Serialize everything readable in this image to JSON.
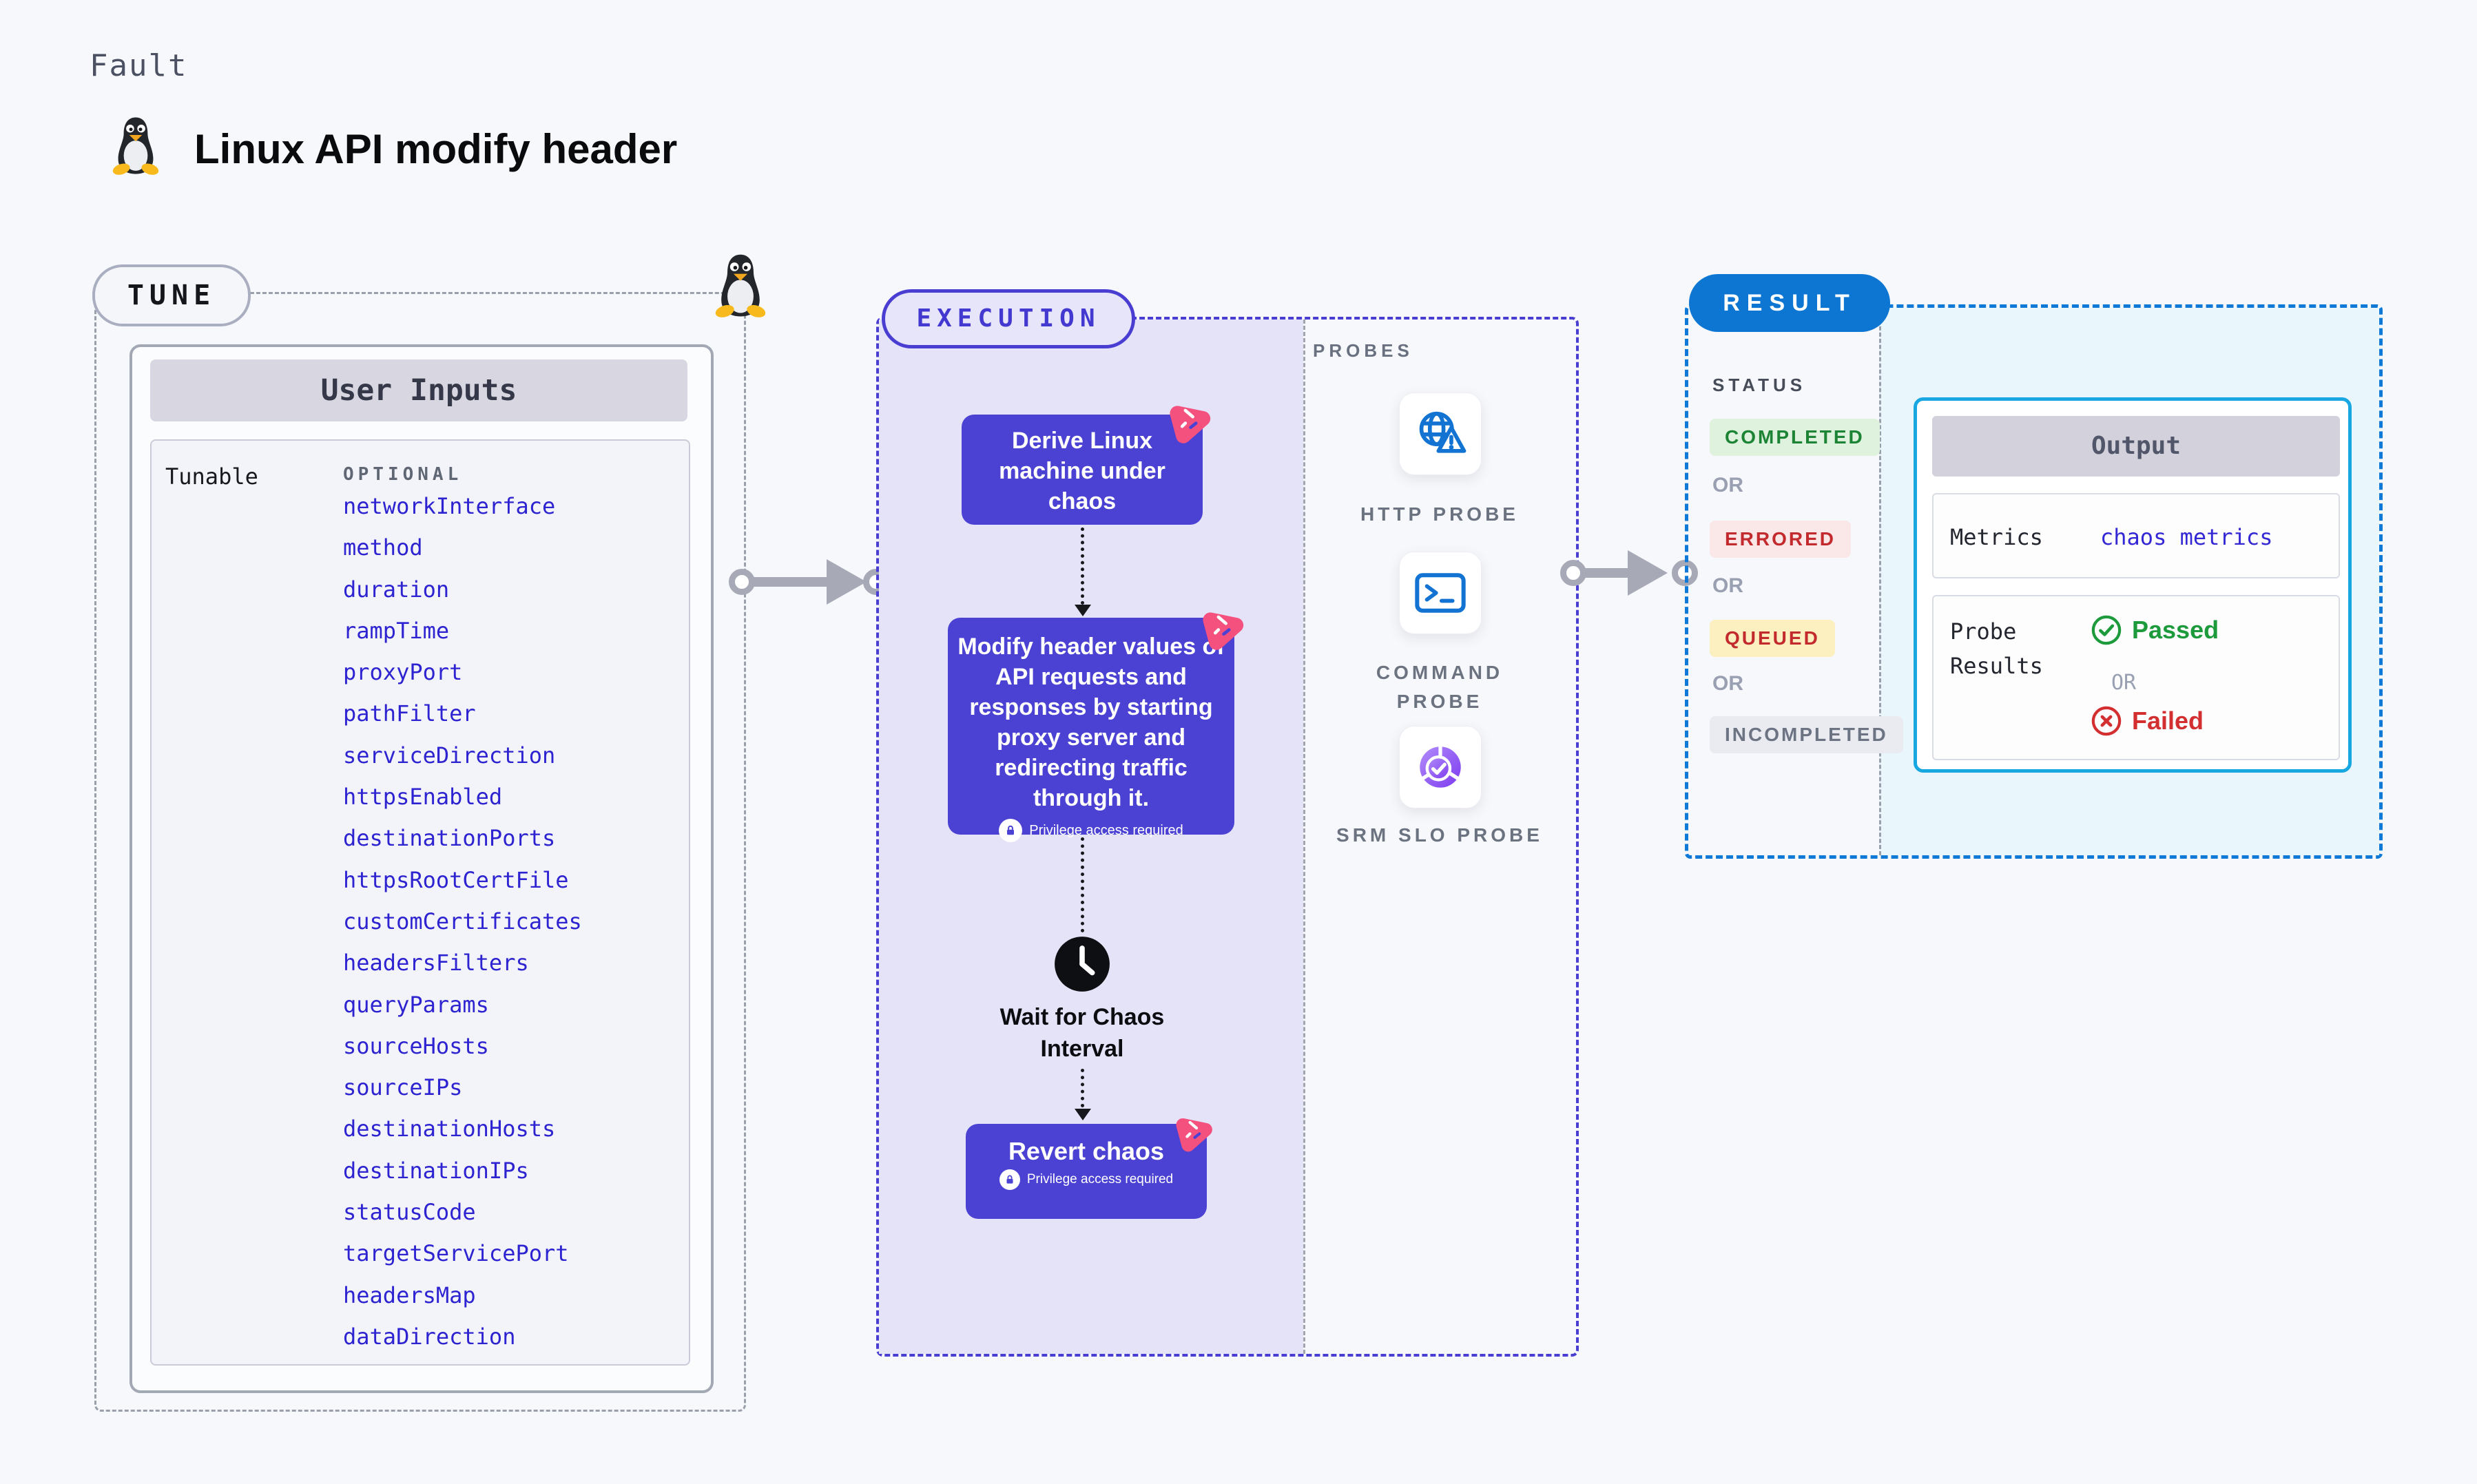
{
  "header": {
    "kicker": "Fault",
    "title": "Linux API modify header"
  },
  "tune": {
    "badge": "TUNE",
    "panel_title": "User Inputs",
    "row_label": "Tunable",
    "column_label": "OPTIONAL",
    "params": [
      "networkInterface",
      "method",
      "duration",
      "rampTime",
      "proxyPort",
      "pathFilter",
      "serviceDirection",
      "httpsEnabled",
      "destinationPorts",
      "httpsRootCertFile",
      "customCertificates",
      "headersFilters",
      "queryParams",
      "sourceHosts",
      "sourceIPs",
      "destinationHosts",
      "destinationIPs",
      "statusCode",
      "targetServicePort",
      "headersMap",
      "dataDirection"
    ]
  },
  "execution": {
    "badge": "EXECUTION",
    "step_derive": "Derive Linux machine under chaos",
    "step_modify": "Modify header values of API requests and responses by starting proxy server and redirecting traffic through it.",
    "privilege_note": "Privilege access required",
    "wait_label": "Wait for Chaos Interval",
    "revert_label": "Revert chaos"
  },
  "probes": {
    "heading": "PROBES",
    "items": [
      {
        "label": "HTTP PROBE",
        "icon": "globe-alert-icon"
      },
      {
        "label": "COMMAND PROBE",
        "icon": "terminal-icon"
      },
      {
        "label": "SRM SLO PROBE",
        "icon": "slo-donut-icon"
      }
    ]
  },
  "result": {
    "badge": "RESULT",
    "status_heading": "STATUS",
    "or_label": "OR",
    "statuses": [
      {
        "label": "COMPLETED",
        "kind": "success"
      },
      {
        "label": "ERRORED",
        "kind": "error"
      },
      {
        "label": "QUEUED",
        "kind": "queued"
      },
      {
        "label": "INCOMPLETED",
        "kind": "muted"
      }
    ],
    "output": {
      "title": "Output",
      "metrics_label": "Metrics",
      "metrics_value": "chaos metrics",
      "probe_results_label": "Probe Results",
      "passed_label": "Passed",
      "failed_label": "Failed"
    }
  },
  "colors": {
    "accent_indigo": "#4a3ed2",
    "node_fill": "#4b42d3",
    "result_blue": "#0d76d3",
    "output_border": "#18a7e1",
    "param_blue": "#2d23d1",
    "passed_green": "#1d9b3c",
    "failed_red": "#d32f30",
    "chaos_pink": "#f4517f",
    "probe_icon_blue": "#1273d2"
  }
}
